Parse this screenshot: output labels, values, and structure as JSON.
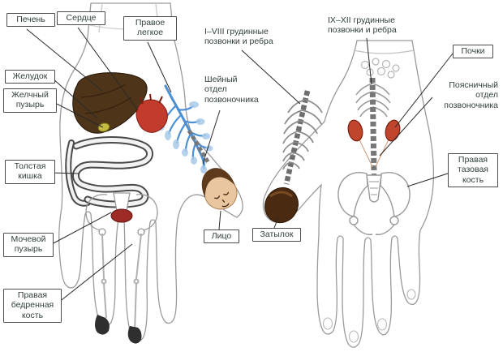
{
  "palette": {
    "liver": "#4e3418",
    "heart": "#c23b2c",
    "lung": "#4b8fd4",
    "lung_light": "#a9c9e8",
    "gallbladder": "#c4bc3e",
    "bladder": "#9e2b25",
    "kidney": "#c0452c",
    "occiput_hair": "#4a2a10",
    "face_skin": "#e9c6a0",
    "face_hair": "#5d3a1c",
    "leader_line": "#2a2a2a",
    "label_text": "#31403a"
  },
  "labels": {
    "liver": "Печень",
    "heart": "Сердце",
    "right_lung": "Правое\nлегкое",
    "thoracic_1_8": "I–VIII грудинные\nпозвонки и ребра",
    "thoracic_9_12": "IX–XII грудинные\nпозвонки и ребра",
    "kidneys": "Почки",
    "stomach": "Желудок",
    "gallbladder": "Желчный\nпузырь",
    "cervical_spine": "Шейный\nотдел\nпозвоночника",
    "lumbar_spine": "Поясничный\nотдел\nпозвоночника",
    "large_intestine": "Толстая\nкишка",
    "right_pelvic_bone": "Правая\nтазовая\nкость",
    "face": "Лицо",
    "occiput": "Затылок",
    "bladder": "Мочевой\nпузырь",
    "right_femur": "Правая\nбедренная\nкость"
  }
}
